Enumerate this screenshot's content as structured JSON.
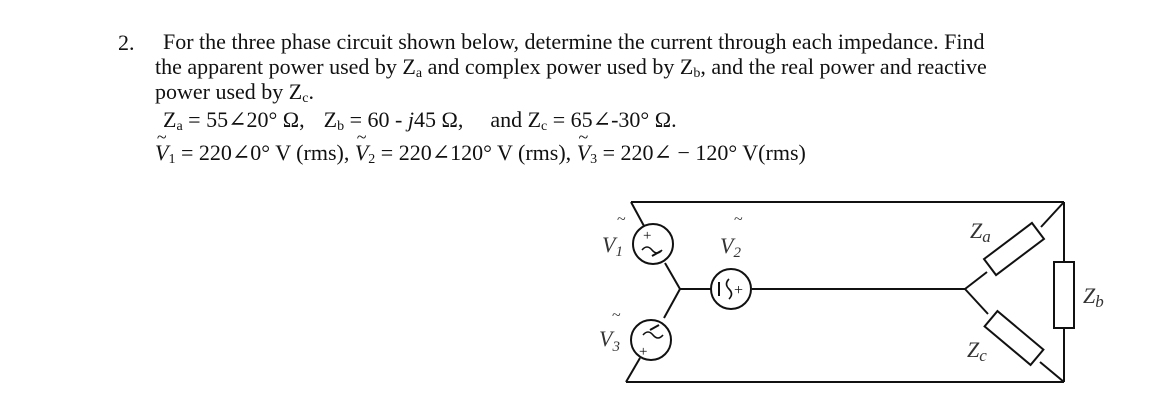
{
  "problem": {
    "number": "2.",
    "line1": "For the three phase circuit shown below, determine the current through each impedance.   Find",
    "line2_a": "the apparent power used by Z",
    "line2_a_sub": "a",
    "line2_b": " and complex power used by Z",
    "line2_b_sub": "b",
    "line2_c": ", and the real power and reactive",
    "line3_a": "power used by Z",
    "line3_a_sub": "c",
    "line3_b": "."
  },
  "impedances": {
    "za_label": "Z",
    "za_sub": "a",
    "za_value": " = 55∠20° Ω,",
    "zb_label": "Z",
    "zb_sub": "b",
    "zb_value_pre": " = 60 - ",
    "zb_j": "j",
    "zb_value_post": "45 Ω,",
    "zc_prefix": "and Z",
    "zc_sub": "c",
    "zc_value": " = 65∠-30° Ω."
  },
  "voltages": {
    "v1_label": "V",
    "v1_sub": "1",
    "v1_value": " = 220∠0° V (rms), ",
    "v2_label": "V",
    "v2_sub": "2",
    "v2_value": " = 220∠120° V (rms), ",
    "v3_label": "V",
    "v3_sub": "3",
    "v3_value": " = 220∠ − 120° V(rms)",
    "tilde": "~"
  },
  "diagram": {
    "source_labels": {
      "v1": "V",
      "v1_sub": "1",
      "v2": "V",
      "v2_sub": "2",
      "v3": "V",
      "v3_sub": "3",
      "tilde": "~"
    },
    "load_labels": {
      "za": "Z",
      "za_sub": "a",
      "zb": "Z",
      "zb_sub": "b",
      "zc": "Z",
      "zc_sub": "c"
    }
  }
}
